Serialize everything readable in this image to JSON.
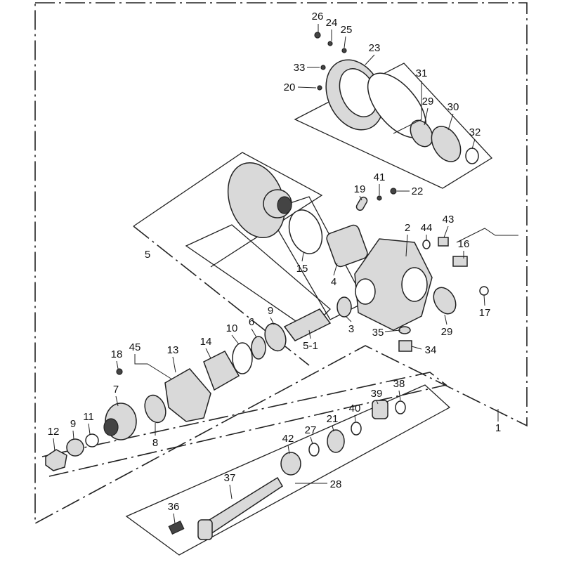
{
  "diagram": {
    "type": "exploded-parts-diagram",
    "callouts": [
      "26",
      "24",
      "25",
      "23",
      "33",
      "31",
      "20",
      "29",
      "30",
      "32",
      "19",
      "41",
      "22",
      "2",
      "44",
      "43",
      "16",
      "5",
      "15",
      "4",
      "17",
      "9",
      "6",
      "10",
      "3",
      "35",
      "29",
      "34",
      "5-1",
      "14",
      "18",
      "45",
      "13",
      "7",
      "38",
      "39",
      "40",
      "21",
      "27",
      "11",
      "9",
      "12",
      "8",
      "42",
      "1",
      "37",
      "28",
      "36"
    ]
  }
}
